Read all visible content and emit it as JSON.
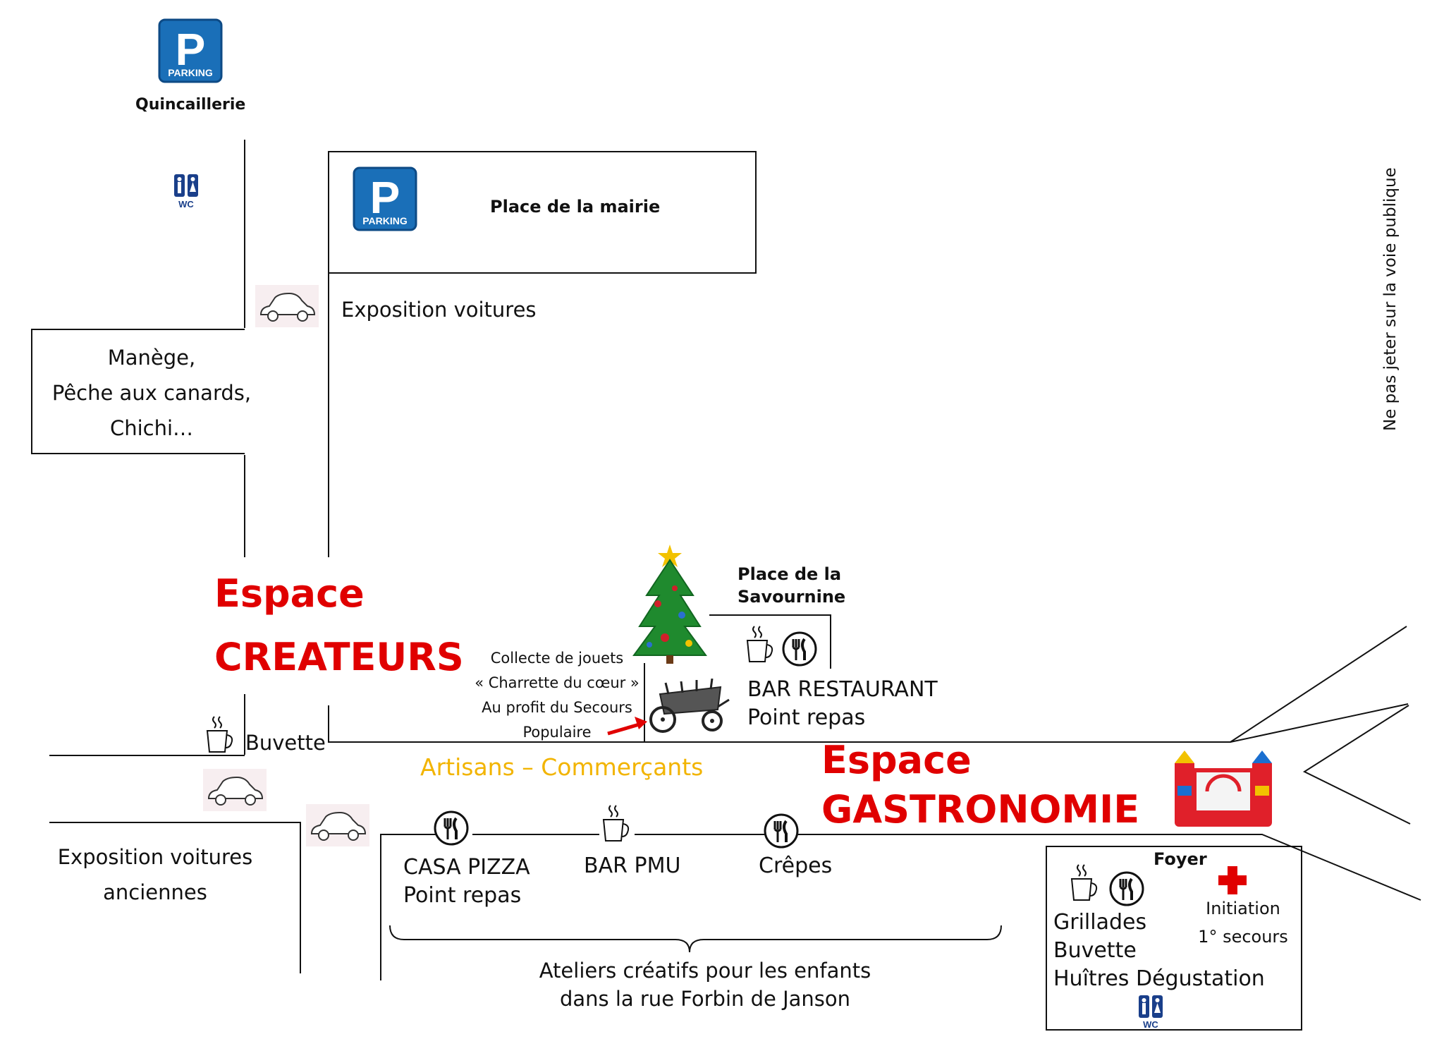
{
  "labels": {
    "quincaillerie": "Quincaillerie",
    "parking": "PARKING",
    "parking_letter": "P",
    "place_mairie": "Place de la mairie",
    "expo_voitures": "Exposition voitures",
    "manege": [
      "Manège,",
      "Pêche aux canards,",
      "Chichi…"
    ],
    "espace_createurs": [
      "Espace",
      "CREATEURS"
    ],
    "collecte": [
      "Collecte de jouets",
      "« Charrette du cœur »",
      "Au profit du Secours",
      "Populaire"
    ],
    "place_savournine": [
      "Place de la",
      "Savournine"
    ],
    "bar_restaurant": [
      "BAR RESTAURANT",
      "Point repas"
    ],
    "buvette": "Buvette",
    "artisans": "Artisans – Commerçants",
    "espace_gastronomie": [
      "Espace",
      "GASTRONOMIE"
    ],
    "expo_anciennes": [
      "Exposition voitures",
      "anciennes"
    ],
    "casa_pizza": [
      "CASA PIZZA",
      "Point repas"
    ],
    "bar_pmu": "BAR PMU",
    "crepes": "Crêpes",
    "foyer": "Foyer",
    "initiation": [
      "Initiation",
      "1° secours"
    ],
    "foyer_items": [
      "Grillades",
      "Buvette",
      "Huîtres Dégustation"
    ],
    "ateliers": [
      "Ateliers créatifs pour les enfants",
      "dans la rue Forbin de Janson"
    ],
    "wc": "WC",
    "ne_pas_jeter": "Ne pas jeter sur la voie publique"
  },
  "icons": {
    "parking": "parking-sign-icon",
    "wc": "wc-icon",
    "car": "car-icon",
    "coffee": "coffee-cup-icon",
    "restaurant": "fork-knife-icon",
    "tree": "christmas-tree-icon",
    "cart": "charrette-cart-icon",
    "bouncy": "bouncy-castle-icon",
    "first_aid": "red-cross-icon",
    "arrow": "red-arrow-icon"
  },
  "colors": {
    "accent_red": "#e00000",
    "artisans_orange": "#f2b400",
    "parking_blue": "#1a6fb8"
  }
}
